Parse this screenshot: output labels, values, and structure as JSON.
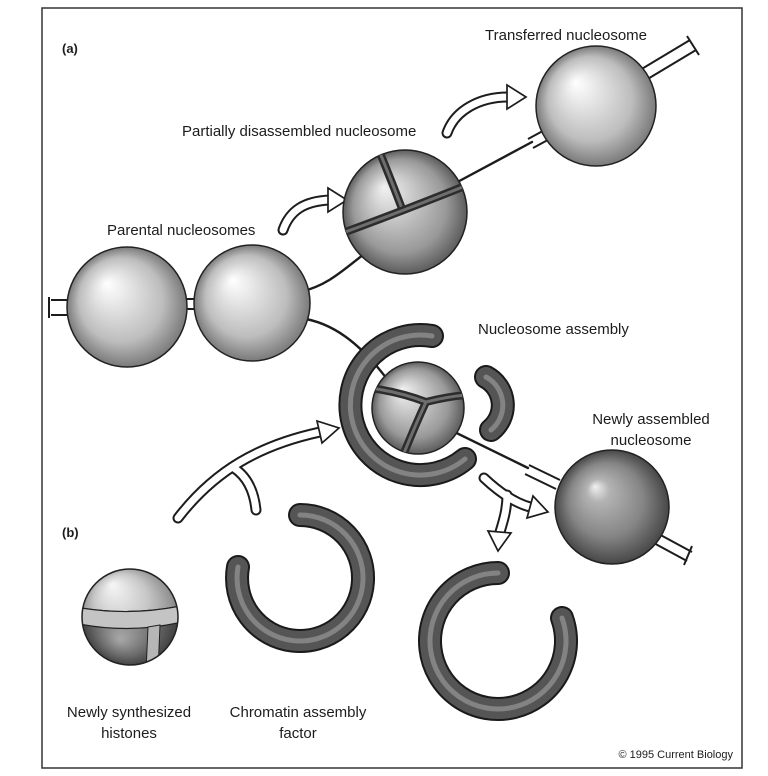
{
  "figure": {
    "panel_a": "(a)",
    "panel_b": "(b)",
    "labels": {
      "transferred_nucleosome": "Transferred nucleosome",
      "partially_disassembled_nucleosome": "Partially disassembled nucleosome",
      "parental_nucleosomes": "Parental nucleosomes",
      "nucleosome_assembly": "Nucleosome assembly",
      "newly_assembled_nucleosome": [
        "Newly assembled",
        "nucleosome"
      ],
      "newly_synthesized_histones": [
        "Newly synthesized",
        "histones"
      ],
      "chromatin_assembly_factor": [
        "Chromatin assembly",
        "factor"
      ]
    },
    "copyright": "© 1995 Current Biology"
  },
  "colors": {
    "ink": "#1c1c1c",
    "frame": "#333333",
    "factor_ring": "#555555",
    "sphere_light": "#d4d4d4",
    "sphere_dark": "#8a8a8a"
  }
}
